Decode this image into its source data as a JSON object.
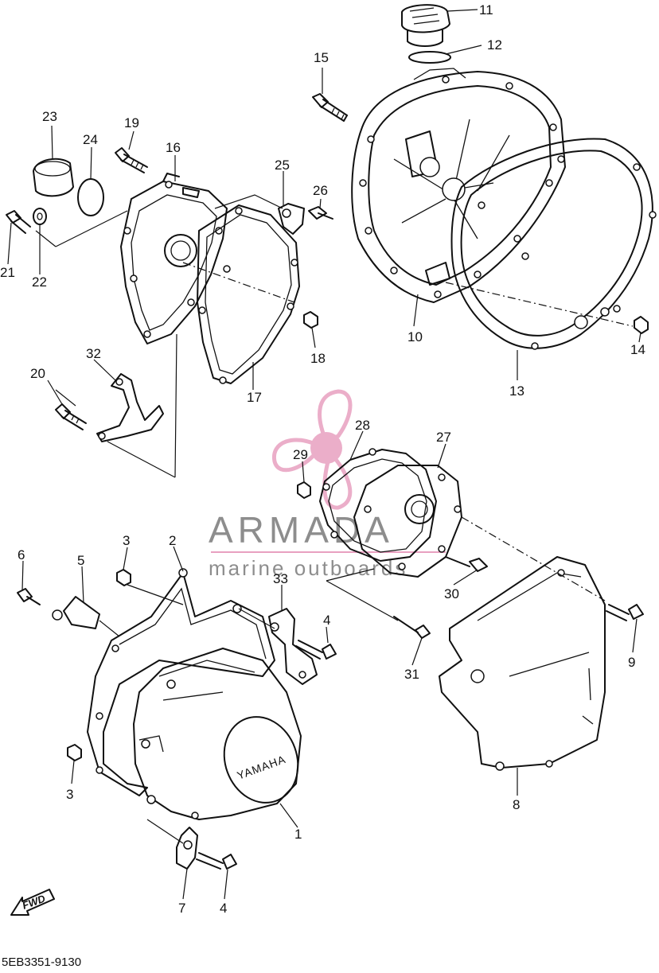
{
  "diagram": {
    "drawing_code": "5EB3351-9130",
    "cover_emboss": "YAMAHA",
    "fwd_label": "FWD",
    "watermark": {
      "brand": "ARMADA",
      "tagline": "marine outboards",
      "color_pink": "#e8a0c0",
      "color_gray": "#7a7a7a"
    },
    "callouts": [
      "1",
      "2",
      "3",
      "3",
      "4",
      "4",
      "5",
      "6",
      "7",
      "8",
      "9",
      "10",
      "11",
      "12",
      "13",
      "14",
      "15",
      "16",
      "17",
      "18",
      "19",
      "20",
      "21",
      "22",
      "23",
      "24",
      "25",
      "26",
      "27",
      "28",
      "29",
      "30",
      "31",
      "32",
      "33"
    ]
  }
}
